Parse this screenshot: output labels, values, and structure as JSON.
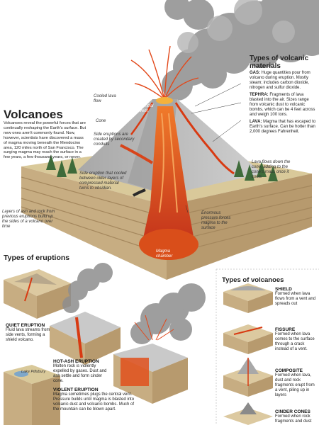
{
  "main_title": "Volcanoes",
  "intro": "Volcanoes reveal the powerful forces that are continually reshaping the Earth's surface. But new ones aren't commonly found. Now, however, scientists have discovered a mass of magma moving beneath the Mendocino area, 120 miles north of San Francisco. The surging magma may reach the surface in a few years, a few thousand years, or never.",
  "diagram_labels": {
    "cooled_lava": "Cooled lava flow",
    "central_vent": "Central vent",
    "cone": "Cone",
    "side_eruptions": "Side eruptions are created by secondary conduits",
    "side_eruption_cooled": "Side eruption that cooled between older layers of compressed material turns to obsidian.",
    "layers": "Layers of ash and rock from previous eruptions build up the sides of a volcano over time",
    "lava_flows": "Lava flows down the cone, adding to the cone's mass once it cools",
    "pressure": "Enormous pressure forces magma to the surface",
    "magma_chamber": "Magma chamber"
  },
  "materials": {
    "title": "Types of volcanic materials",
    "items": [
      {
        "name": "GAS:",
        "text": "Huge quantities pour from volcano during eruption. Mostly steam; includes carbon dioxide, nitrogen and sulfur dioxide."
      },
      {
        "name": "TEPHRA:",
        "text": "Fragments of lava blasted into the air. Sizes range from volcanic dust to volcanic bombs, which can be 4 feet across and weigh 100 tons."
      },
      {
        "name": "LAVA:",
        "text": "Magma that has escaped to Earth's surface. Can be hotter than 2,000 degrees Fahrenheit."
      }
    ]
  },
  "eruptions": {
    "title": "Types of eruptions",
    "items": [
      {
        "name": "QUIET ERUPTION",
        "text": "Fluid lava streams from side vents, forming a shield volcano."
      },
      {
        "name": "HOT-ASH ERUPTION",
        "text": "Molten rock is violently expelled by gases. Dust and ash settle and form cinder cone."
      },
      {
        "name": "VIOLENT ERUPTION",
        "text": "Magma sometimes plugs the central vent. Pressure builds until magma is blasted into volcanic dust and volcanic bombs. Much of the mountain can be blown apart."
      }
    ],
    "lake_label": "Lake Pillsbury"
  },
  "volcano_types": {
    "title": "Types of volcanoes",
    "items": [
      {
        "name": "SHIELD",
        "text": "Formed when lava flows from a vent and spreads out"
      },
      {
        "name": "FISSURE",
        "text": "Formed when lava comes to the surface through a crack instead of a vent."
      },
      {
        "name": "COMPOSITE",
        "text": "Formed when lava, dust and rock fragments erupt from a vent, piling up in layers"
      },
      {
        "name": "CINDER CONES",
        "text": "Formed when rock fragments and dust"
      }
    ]
  },
  "colors": {
    "lava": "#d83a12",
    "magma": "#e0501c",
    "rock": "#c9b089",
    "smoke": "#9a9a9a"
  }
}
